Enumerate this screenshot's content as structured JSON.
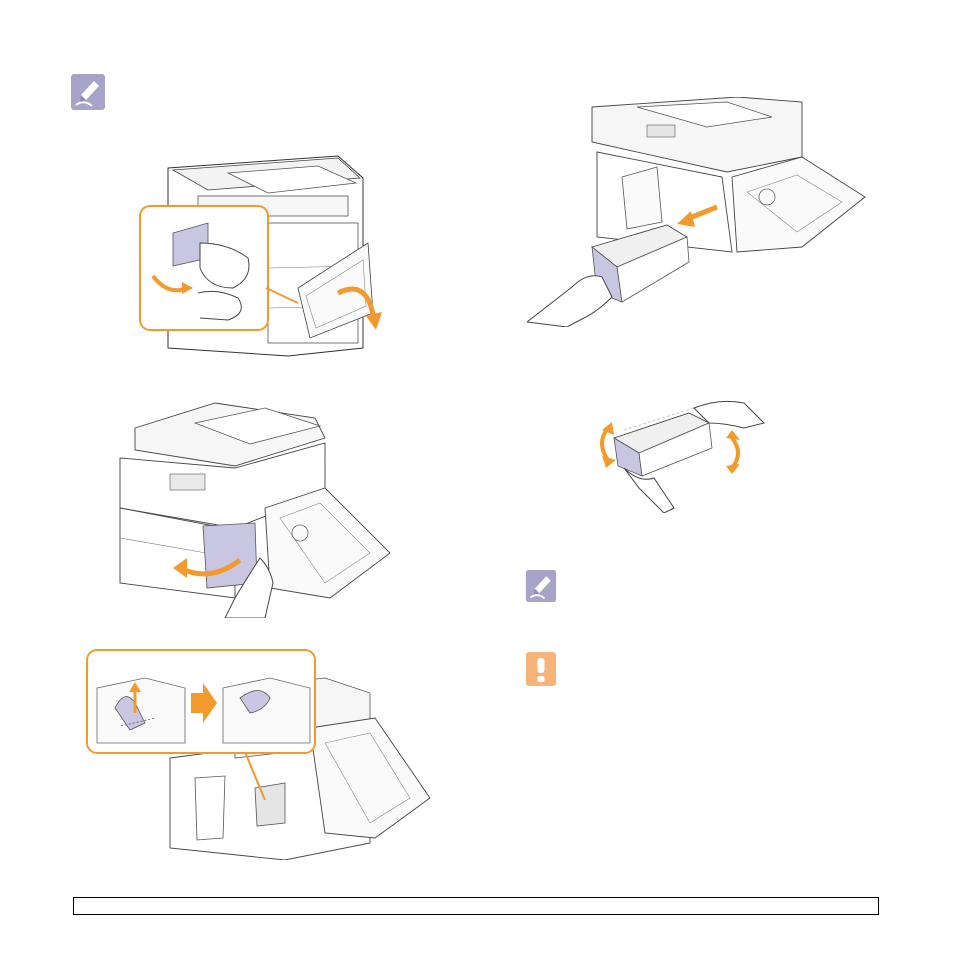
{
  "icons": {
    "note_top": "note-icon",
    "note_bottom": "note-icon",
    "caution": "caution-icon"
  },
  "colors": {
    "accent_orange": "#f39a2c",
    "note_purple": "#a7a3c9",
    "caution_orange": "#f6b47a",
    "panel_gray": "#c9c6e1"
  },
  "illustrations": [
    "open-side-cover",
    "remove-toner-cartridge",
    "shake-toner-cartridge",
    "open-front-cover",
    "release-lever"
  ]
}
